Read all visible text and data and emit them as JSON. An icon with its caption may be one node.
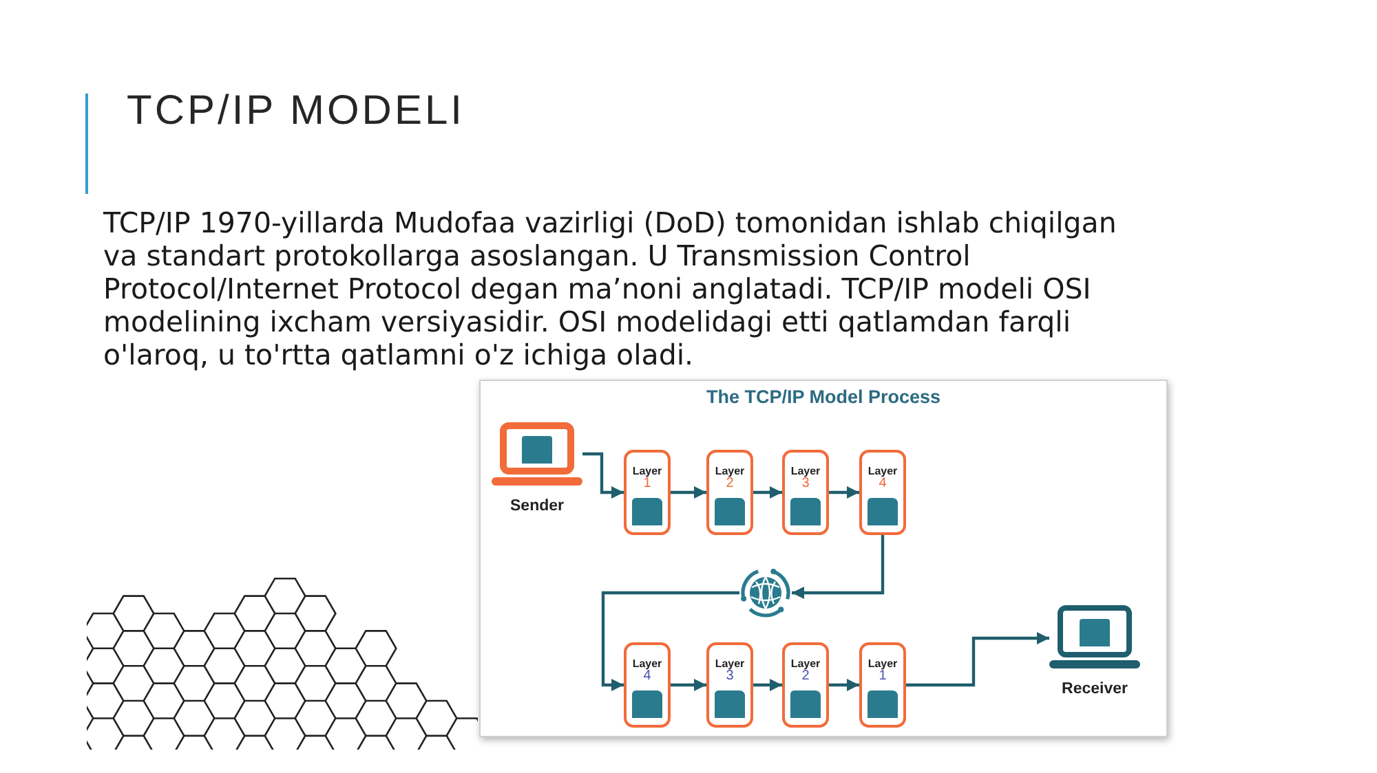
{
  "diagram": {
    "title": "TCP/IP MODELI",
    "nodes": [
      {
        "text": [
          "The TCP/IP Model Process"
        ]
      },
      {
        "text": [
          "Sender"
        ],
        "in": 0
      },
      {
        "text": [
          "Layer",
          "1"
        ],
        "in": 0
      },
      {
        "text": [
          "Layer",
          "2"
        ],
        "in": 0
      },
      {
        "text": [
          "Layer",
          "3"
        ],
        "in": 0
      },
      {
        "text": [
          "Layer",
          "4"
        ],
        "in": 0
      },
      {
        "text": [],
        "shape": "picture",
        "in": 0
      },
      {
        "text": [
          "Layer",
          "4"
        ],
        "in": 0
      },
      {
        "text": [
          "Layer",
          "3"
        ],
        "in": 0
      },
      {
        "text": [
          "Layer",
          "2"
        ],
        "in": 0
      },
      {
        "text": [
          "Layer",
          "1"
        ],
        "in": 0
      },
      {
        "text": [
          "Receiver"
        ],
        "in": 0
      }
    ],
    "edges": [
      {
        "from": 1,
        "to": 2,
        "arrow": "to"
      },
      {
        "from": 2,
        "to": 3,
        "arrow": "to"
      },
      {
        "from": 3,
        "to": 4,
        "arrow": "to"
      },
      {
        "from": 4,
        "to": 5,
        "arrow": "to"
      },
      {
        "from": 5,
        "to": 6,
        "arrow": "to"
      },
      {
        "from": 6,
        "to": 7,
        "arrow": "to"
      },
      {
        "from": 7,
        "to": 8,
        "arrow": "to"
      },
      {
        "from": 8,
        "to": 9,
        "arrow": "to"
      },
      {
        "from": 9,
        "to": 10,
        "arrow": "to"
      },
      {
        "from": 10,
        "to": 11,
        "arrow": "to"
      }
    ],
    "labels": [
      "TCP/IP 1970-yillarda Mudofaa vazirligi (DoD) tomonidan ishlab chiqilgan va standart protokollarga asoslangan. U Transmission Control Protocol/Internet Protocol degan ma’noni anglatadi. TCP/IP modeli OSI modelining ixcham versiyasidir. OSI modelidagi etti qatlamdan farqli o'laroq, u to'rtta qatlamni o'z ichiga oladi."
    ]
  }
}
